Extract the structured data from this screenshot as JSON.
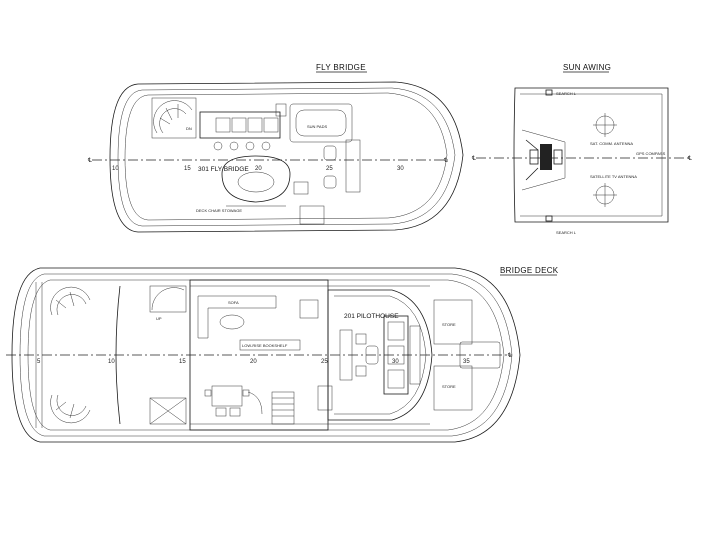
{
  "titles": {
    "fly_bridge": "FLY BRIDGE",
    "sun_awing": "SUN AWING",
    "bridge_deck": "BRIDGE DECK"
  },
  "fly_bridge": {
    "room_label": "301 FLY BRIDGE",
    "sun_pads": "SUN PADS",
    "dn": "DN",
    "deck_label": "DECK CHAIR STOWAGE",
    "station_numbers": [
      "10",
      "15",
      "20",
      "25",
      "30"
    ]
  },
  "sun_awing": {
    "search_top": "SEARCH L",
    "search_bottom": "SEARCH L",
    "sat_comm": "SAT. COMM. ANTENNA",
    "gps": "GPS COMPASS",
    "sat_tv": "SATELLITE TV ANTENNA"
  },
  "bridge_deck": {
    "pilothouse": "201 PILOTHOUSE",
    "sofa": "SOFA",
    "up": "UP",
    "store_top": "STORE",
    "store_bottom": "STORE",
    "bookshelf": "LOW-RISE BOOKSHELF",
    "station_numbers": [
      "5",
      "10",
      "15",
      "20",
      "25",
      "30",
      "35"
    ]
  }
}
